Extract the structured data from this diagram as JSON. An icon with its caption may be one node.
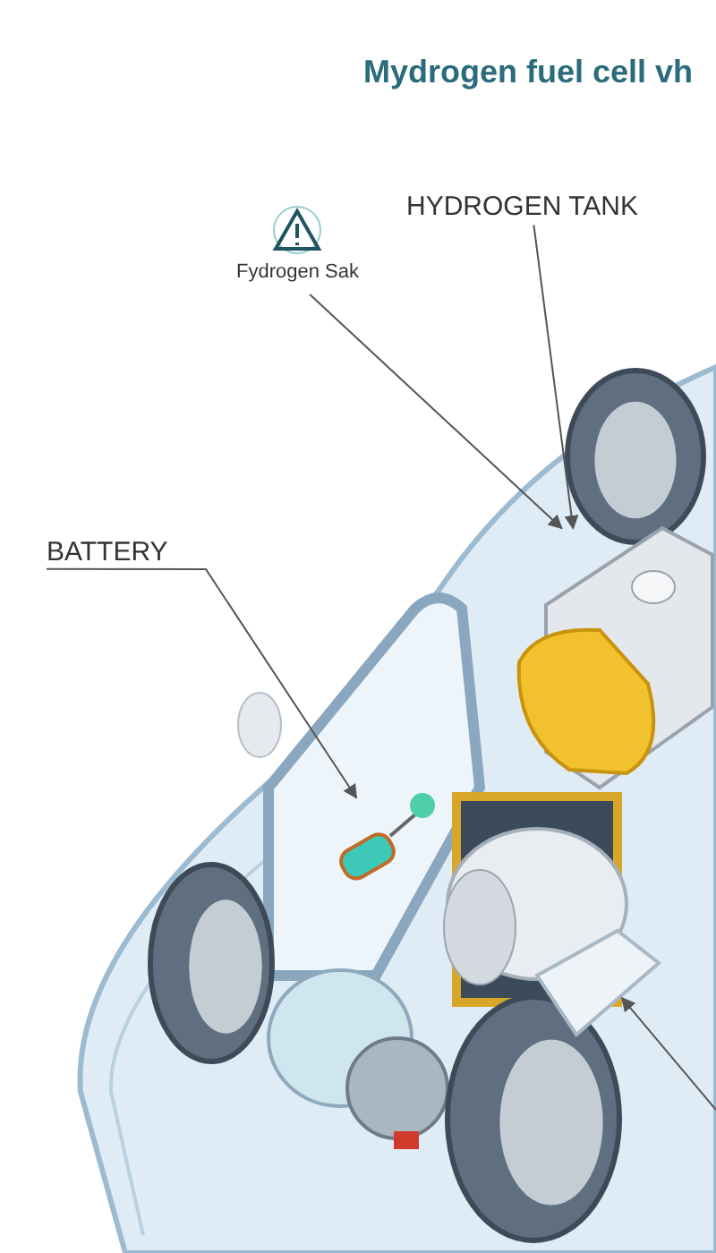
{
  "diagram": {
    "title": "Mydrogen fuel cell vh",
    "nodes": [
      {
        "text": [
          "Fydrogen Sak"
        ]
      },
      {
        "text": [
          "HYDROGEN TANK"
        ]
      },
      {
        "text": [
          "BATTERY"
        ]
      },
      {
        "text": [],
        "shape": "picture"
      },
      {
        "text": [],
        "shape": "picture"
      },
      {
        "text": [],
        "shape": "picture"
      }
    ],
    "edges": [
      {
        "from": 0,
        "to": 3,
        "arrow": "to"
      },
      {
        "from": 1,
        "to": 3,
        "arrow": "to"
      },
      {
        "from": 2,
        "to": 4,
        "arrow": "to"
      },
      {
        "from": null,
        "to": 5,
        "arrow": "to"
      }
    ]
  }
}
